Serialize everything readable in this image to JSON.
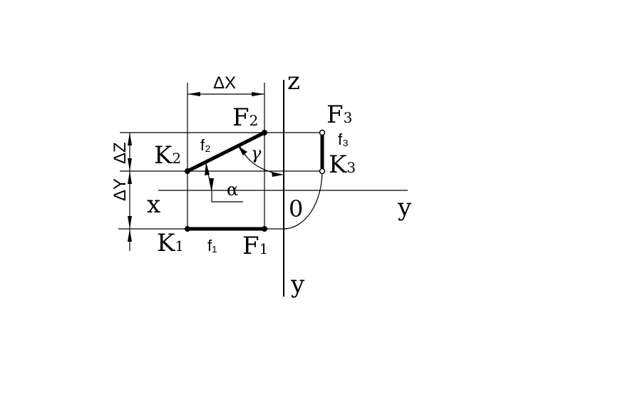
{
  "labels": {
    "z_axis": "z",
    "y_axis_right": "y",
    "y_axis_bottom": "y",
    "x_axis": "x",
    "origin": "0",
    "delta_x": "ΔX",
    "delta_z": "ΔZ",
    "delta_y": "ΔY",
    "f2_point": "F",
    "f2_sub": "2",
    "k2_point": "K",
    "k2_sub": "2",
    "f3_point": "F",
    "f3_sub": "3",
    "k3_point": "K",
    "k3_sub": "3",
    "k1_point": "K",
    "k1_sub": "1",
    "f1_point": "F",
    "f1_sub": "1",
    "f1_proj": "f₁",
    "f2_proj": "f₂",
    "f3_proj": "f₃",
    "alpha": "α",
    "gamma": "γ"
  },
  "colors": {
    "ink": "#000000",
    "background": "#ffffff"
  }
}
